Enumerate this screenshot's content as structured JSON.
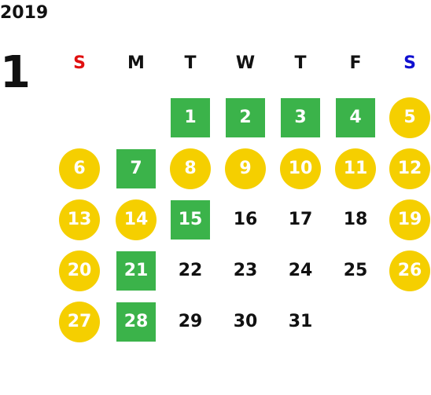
{
  "calendar": {
    "year": "2019",
    "month": "1",
    "weekdays": [
      {
        "label": "S",
        "color": "#e01010"
      },
      {
        "label": "M",
        "color": "#111111"
      },
      {
        "label": "T",
        "color": "#111111"
      },
      {
        "label": "W",
        "color": "#111111"
      },
      {
        "label": "T",
        "color": "#111111"
      },
      {
        "label": "F",
        "color": "#111111"
      },
      {
        "label": "S",
        "color": "#1010d0"
      }
    ],
    "colors": {
      "holiday_circle": "#f5cf00",
      "workday_square": "#3bb34a",
      "plain_text": "#111111"
    },
    "days": [
      {
        "n": "1",
        "style": "square"
      },
      {
        "n": "2",
        "style": "square"
      },
      {
        "n": "3",
        "style": "square"
      },
      {
        "n": "4",
        "style": "square"
      },
      {
        "n": "5",
        "style": "circle"
      },
      {
        "n": "6",
        "style": "circle"
      },
      {
        "n": "7",
        "style": "square"
      },
      {
        "n": "8",
        "style": "circle"
      },
      {
        "n": "9",
        "style": "circle"
      },
      {
        "n": "10",
        "style": "circle"
      },
      {
        "n": "11",
        "style": "circle"
      },
      {
        "n": "12",
        "style": "circle"
      },
      {
        "n": "13",
        "style": "circle"
      },
      {
        "n": "14",
        "style": "circle"
      },
      {
        "n": "15",
        "style": "square"
      },
      {
        "n": "16",
        "style": "plain"
      },
      {
        "n": "17",
        "style": "plain"
      },
      {
        "n": "18",
        "style": "plain"
      },
      {
        "n": "19",
        "style": "circle"
      },
      {
        "n": "20",
        "style": "circle"
      },
      {
        "n": "21",
        "style": "square"
      },
      {
        "n": "22",
        "style": "plain"
      },
      {
        "n": "23",
        "style": "plain"
      },
      {
        "n": "24",
        "style": "plain"
      },
      {
        "n": "25",
        "style": "plain"
      },
      {
        "n": "26",
        "style": "circle"
      },
      {
        "n": "27",
        "style": "circle"
      },
      {
        "n": "28",
        "style": "square"
      },
      {
        "n": "29",
        "style": "plain"
      },
      {
        "n": "30",
        "style": "plain"
      },
      {
        "n": "31",
        "style": "plain"
      }
    ]
  }
}
